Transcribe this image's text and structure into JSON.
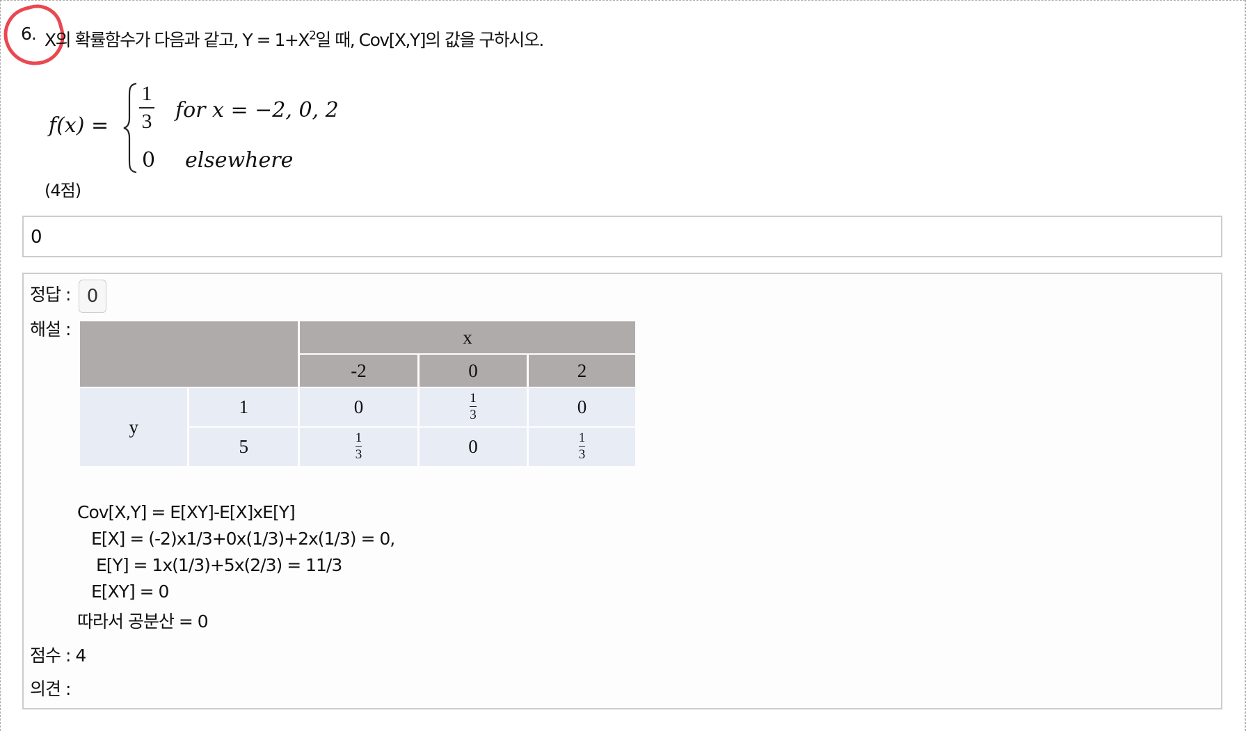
{
  "question": {
    "number": "6.",
    "text_pre": "X의 확률함수가 다음과 같고, Y = 1+X",
    "sup": "2",
    "text_post": "일 때, Cov[X,Y]의 값을 구하시오.",
    "points": "(4점)"
  },
  "formula": {
    "lhs": "f(x) =",
    "num": "1",
    "den": "3",
    "case1": "for x = −2, 0, 2",
    "zero": "0",
    "case2": "elsewhere"
  },
  "answer_input": {
    "value": "0"
  },
  "result": {
    "correct_label": "정답 :",
    "correct_value": "0",
    "explain_label": "해설 :",
    "table": {
      "x_header": "x",
      "x_values": [
        "-2",
        "0",
        "2"
      ],
      "y_header": "y",
      "rows": [
        {
          "y": "1",
          "cells": [
            "0",
            "1/3",
            "0"
          ]
        },
        {
          "y": "5",
          "cells": [
            "1/3",
            "0",
            "1/3"
          ]
        }
      ]
    },
    "lines": [
      "Cov[X,Y] = E[XY]-E[X]xE[Y]",
      "E[X] = (-2)x1/3+0x(1/3)+2x(1/3) = 0,",
      "E[Y] = 1x(1/3)+5x(2/3) = 11/3",
      "E[XY] = 0",
      "따라서 공분산 = 0"
    ],
    "score_label": "점수 :",
    "score_value": "4",
    "comment_label": "의견 :"
  },
  "colors": {
    "header": "#afabaa",
    "body": "#e8ecf5",
    "mark": "#e62832"
  }
}
